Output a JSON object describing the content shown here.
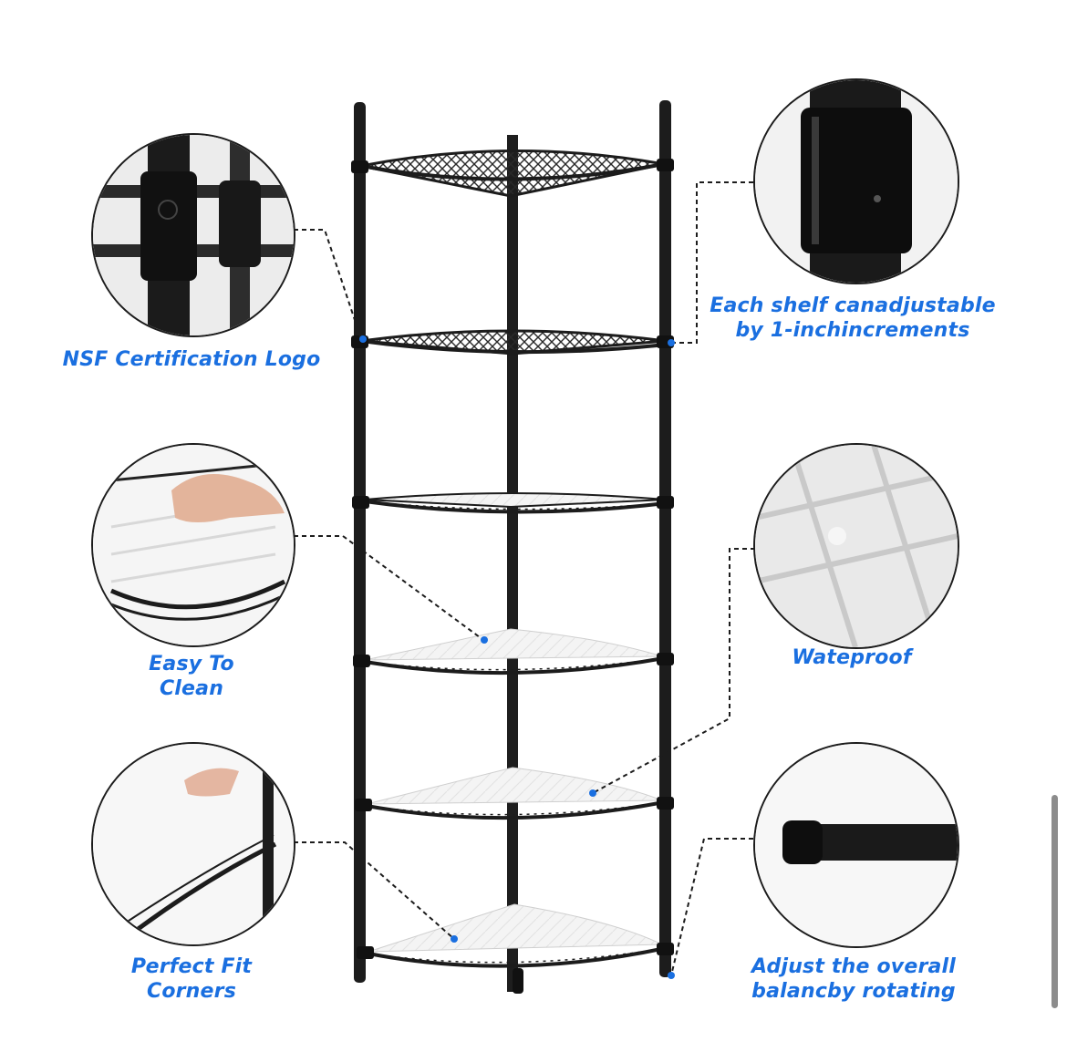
{
  "labels": {
    "nsf": "NSF Certification Logo",
    "adjustable_line1": "Each shelf canadjustable",
    "adjustable_line2": "by 1-inchincrements",
    "clean_line1": "Easy To",
    "clean_line2": "Clean",
    "waterproof": "Wateproof",
    "corners_line1": "Perfect Fit",
    "corners_line2": "Corners",
    "balance_line1": "Adjust the overall",
    "balance_line2": "balancby rotating"
  },
  "colors": {
    "accent": "#1a6fe0",
    "frame": "#1c1c1c",
    "liner": "#f1f1f1"
  },
  "icons": [
    "nsf-connector-closeup",
    "sleeve-closeup",
    "wiping-hand-closeup",
    "waterproof-liner-closeup",
    "corner-fit-closeup",
    "adjustable-foot-closeup"
  ]
}
